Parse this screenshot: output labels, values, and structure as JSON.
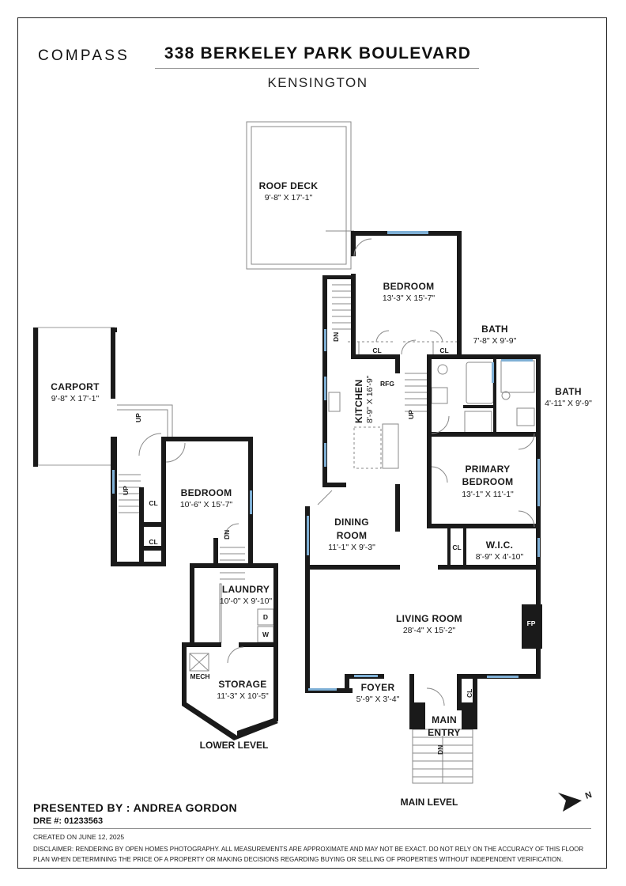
{
  "header": {
    "brand": "COMPASS",
    "address": "338 BERKELEY PARK BOULEVARD",
    "neighborhood": "KENSINGTON"
  },
  "rooms": {
    "roof_deck": {
      "name": "ROOF DECK",
      "dims": "9'-8\" X 17'-1\""
    },
    "bedroom_upper": {
      "name": "BEDROOM",
      "dims": "13'-3\" X 15'-7\""
    },
    "bath_1": {
      "name": "BATH",
      "dims": "7'-8\" X 9'-9\""
    },
    "bath_2": {
      "name": "BATH",
      "dims": "4'-11\" X 9'-9\""
    },
    "kitchen": {
      "name": "KITCHEN",
      "dims": "8'-9\" X 16'-9\""
    },
    "primary_bedroom": {
      "name1": "PRIMARY",
      "name2": "BEDROOM",
      "dims": "13'-1\" X 11'-1\""
    },
    "dining_room": {
      "name1": "DINING",
      "name2": "ROOM",
      "dims": "11'-1\" X 9'-3\""
    },
    "wic": {
      "name": "W.I.C.",
      "dims": "8'-9\" X 4'-10\""
    },
    "living_room": {
      "name": "LIVING ROOM",
      "dims": "28'-4\" X 15'-2\""
    },
    "foyer": {
      "name": "FOYER",
      "dims": "5'-9\" X 3'-4\""
    },
    "main_entry": {
      "name1": "MAIN",
      "name2": "ENTRY"
    },
    "carport": {
      "name": "CARPORT",
      "dims": "9'-8\" X 17'-1\""
    },
    "bedroom_lower": {
      "name": "BEDROOM",
      "dims": "10'-6\" X 15'-7\""
    },
    "laundry": {
      "name": "LAUNDRY",
      "dims": "10'-0\" X 9'-10\""
    },
    "storage": {
      "name": "STORAGE",
      "dims": "11'-3\" X 10'-5\""
    }
  },
  "fixtures": {
    "closet": "CL",
    "refrigerator": "RFG",
    "fireplace": "FP",
    "mechanical": "MECH",
    "dryer": "D",
    "washer": "W",
    "stair_up": "UP",
    "stair_down": "DN"
  },
  "levels": {
    "lower": "LOWER LEVEL",
    "main": "MAIN LEVEL"
  },
  "compass_letter": "N",
  "footer": {
    "presented_by": "PRESENTED BY : ANDREA GORDON",
    "dre": "DRE #: 01233563",
    "created": "CREATED ON JUNE 12, 2025",
    "disclaimer": "DISCLAIMER: RENDERING BY OPEN HOMES PHOTOGRAPHY. ALL MEASUREMENTS ARE APPROXIMATE AND MAY NOT BE EXACT. DO NOT RELY ON THE ACCURACY OF THIS FLOOR PLAN WHEN DETERMINING THE PRICE OF A PROPERTY OR MAKING DECISIONS REGARDING BUYING OR SELLING OF PROPERTIES WITHOUT INDEPENDENT VERIFICATION."
  },
  "colors": {
    "wall": "#1a1a1a",
    "window": "#7fb0d6",
    "thin": "#8a8a8a"
  }
}
